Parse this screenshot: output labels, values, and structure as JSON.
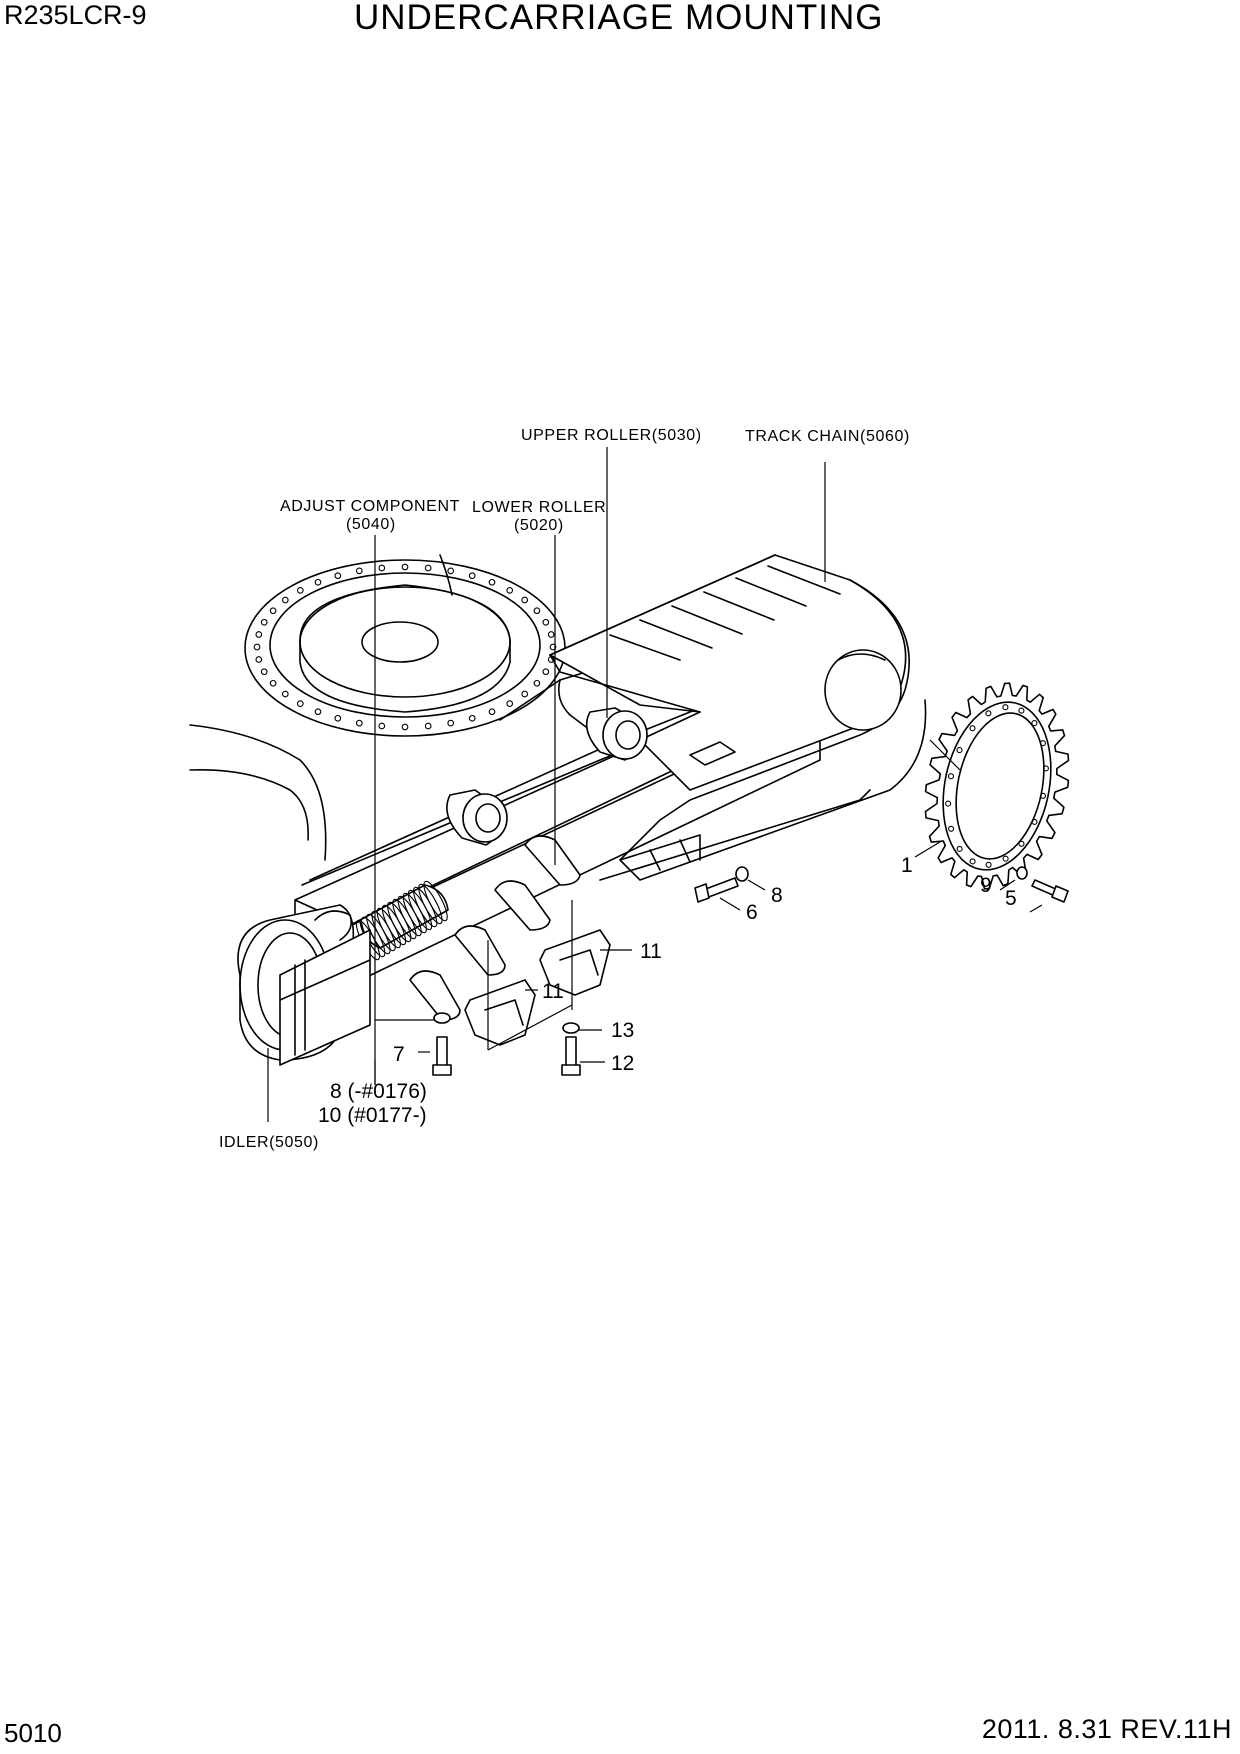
{
  "header": {
    "model": "R235LCR-9",
    "title": "UNDERCARRIAGE MOUNTING"
  },
  "footer": {
    "page_number": "5010",
    "revision": "2011. 8.31  REV.11H"
  },
  "labels": {
    "upper_roller": "UPPER ROLLER(5030)",
    "track_chain": "TRACK CHAIN(5060)",
    "adjust_component": "ADJUST COMPONENT",
    "adjust_component_code": "(5040)",
    "lower_roller": "LOWER ROLLER",
    "lower_roller_code": "(5020)",
    "idler": "IDLER(5050)"
  },
  "callouts": {
    "c1": "1",
    "c5": "5",
    "c6": "6",
    "c7": "7",
    "c8": "8",
    "c8_range": "8 (-#0176)",
    "c9": "9",
    "c10_range": "10 (#0177-)",
    "c11a": "11",
    "c11b": "11",
    "c12": "12",
    "c13": "13"
  }
}
